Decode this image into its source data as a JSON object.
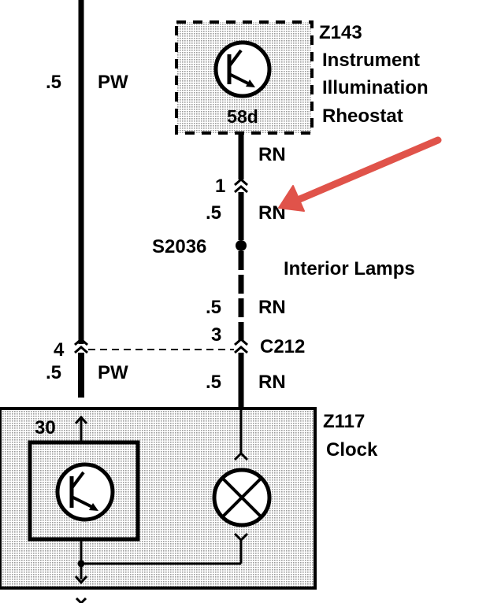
{
  "component_z143": {
    "id": "Z143",
    "name_line1": "Instrument",
    "name_line2": "Illumination",
    "name_line3": "Rheostat",
    "terminal": "58d"
  },
  "component_z117": {
    "id": "Z117",
    "name": "Clock",
    "terminal": "30"
  },
  "wire_left": {
    "gauge_top": ".5",
    "color_top": "PW",
    "pin": "4",
    "gauge_bottom": ".5",
    "color_bottom": "PW"
  },
  "wire_right": {
    "color_1": "RN",
    "pin_1": "1",
    "gauge_2": ".5",
    "color_2": "RN",
    "splice": "S2036",
    "circuit_note": "Interior Lamps",
    "gauge_3": ".5",
    "color_3": "RN",
    "pin_3": "3",
    "connector": "C212",
    "gauge_4": ".5",
    "color_4": "RN"
  },
  "colors": {
    "line": "#000000",
    "shading": "#c8c8c8",
    "annotation_arrow": "#e0534a"
  },
  "icons": {
    "transistor": "transistor-icon",
    "lamp": "lamp-icon",
    "arrow": "annotation-arrow-icon"
  }
}
